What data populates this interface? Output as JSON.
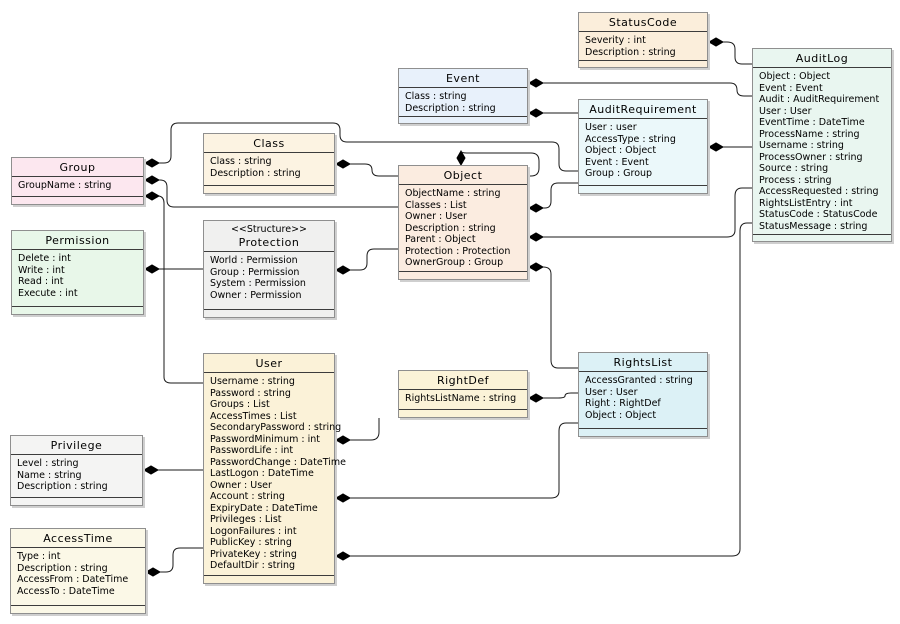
{
  "diagram": {
    "title": "Security model UML class diagram",
    "background": "#ffffff",
    "line_color": "#1a1a1a",
    "entities": [
      {
        "id": "group",
        "name": "Group",
        "stereotype": "",
        "fill": "#fce7ef",
        "attributes": [
          "GroupName : string"
        ]
      },
      {
        "id": "permission",
        "name": "Permission",
        "stereotype": "",
        "fill": "#e8f7e9",
        "attributes": [
          "Delete : int",
          "Write : int",
          "Read : int",
          "Execute : int"
        ]
      },
      {
        "id": "privilege",
        "name": "Privilege",
        "stereotype": "",
        "fill": "#f4f4f3",
        "attributes": [
          "Level : string",
          "Name : string",
          "Description : string"
        ]
      },
      {
        "id": "accesstime",
        "name": "AccessTime",
        "stereotype": "",
        "fill": "#fbf8e7",
        "attributes": [
          "Type : int",
          "Description : string",
          "AccessFrom : DateTime",
          "AccessTo : DateTime"
        ]
      },
      {
        "id": "class",
        "name": "Class",
        "stereotype": "",
        "fill": "#fcf3e2",
        "attributes": [
          "Class : string",
          "Description : string"
        ]
      },
      {
        "id": "protection",
        "name": "Protection",
        "stereotype": "<<Structure>>",
        "fill": "#f0f0ef",
        "attributes": [
          "World : Permission",
          "Group : Permission",
          "System : Permission",
          "Owner : Permission"
        ]
      },
      {
        "id": "user",
        "name": "User",
        "stereotype": "",
        "fill": "#fbf2d8",
        "attributes": [
          "Username : string",
          "Password : string",
          "Groups : List",
          "AccessTimes : List",
          "SecondaryPassword : string",
          "PasswordMinimum : int",
          "PasswordLife : int",
          "PasswordChange : DateTime",
          "LastLogon : DateTime",
          "Owner : User",
          "Account : string",
          "ExpiryDate : DateTime",
          "Privileges : List",
          "LogonFailures : int",
          "PublicKey : string",
          "PrivateKey : string",
          "DefaultDir : string"
        ]
      },
      {
        "id": "event",
        "name": "Event",
        "stereotype": "",
        "fill": "#e8f1fb",
        "attributes": [
          "Class : string",
          "Description : string"
        ]
      },
      {
        "id": "object",
        "name": "Object",
        "stereotype": "",
        "fill": "#fbece0",
        "attributes": [
          "ObjectName : string",
          "Classes : List",
          "Owner : User",
          "Description : string",
          "Parent : Object",
          "Protection : Protection",
          "OwnerGroup : Group"
        ]
      },
      {
        "id": "rightdef",
        "name": "RightDef",
        "stereotype": "",
        "fill": "#fbf3d8",
        "attributes": [
          "RightsListName : string"
        ]
      },
      {
        "id": "statuscode",
        "name": "StatusCode",
        "stereotype": "",
        "fill": "#fbeedb",
        "attributes": [
          "Severity : int",
          "Description : string"
        ]
      },
      {
        "id": "auditrequirement",
        "name": "AuditRequirement",
        "stereotype": "",
        "fill": "#ebf8fa",
        "attributes": [
          "User : user",
          "AccessType : string",
          "Object : Object",
          "Event : Event",
          "Group : Group"
        ]
      },
      {
        "id": "rightslist",
        "name": "RightsList",
        "stereotype": "",
        "fill": "#dcf1f6",
        "attributes": [
          "AccessGranted : string",
          "User : User",
          "Right : RightDef",
          "Object : Object"
        ]
      },
      {
        "id": "auditlog",
        "name": "AuditLog",
        "stereotype": "",
        "fill": "#e9f6f0",
        "attributes": [
          "Object : Object",
          "Event : Event",
          "Audit : AuditRequirement",
          "User : User",
          "EventTime : DateTime",
          "ProcessName : string",
          "Username : string",
          "ProcessOwner : string",
          "Source : string",
          "Process : string",
          "AccessRequested : string",
          "RightsListEntry : int",
          "StatusCode : StatusCode",
          "StatusMessage : string"
        ]
      }
    ],
    "relationships": [
      {
        "from": "Group",
        "to": "AuditRequirement",
        "type": "composition"
      },
      {
        "from": "Group",
        "to": "Object",
        "type": "composition"
      },
      {
        "from": "Group",
        "to": "User",
        "type": "composition"
      },
      {
        "from": "Permission",
        "to": "Protection",
        "type": "composition"
      },
      {
        "from": "Privilege",
        "to": "User",
        "type": "composition"
      },
      {
        "from": "AccessTime",
        "to": "User",
        "type": "composition"
      },
      {
        "from": "Class",
        "to": "Object",
        "type": "composition"
      },
      {
        "from": "Protection",
        "to": "Object",
        "type": "composition"
      },
      {
        "from": "Object",
        "to": "Object",
        "type": "composition-self"
      },
      {
        "from": "Object",
        "to": "AuditRequirement",
        "type": "composition"
      },
      {
        "from": "Object",
        "to": "AuditLog",
        "type": "composition"
      },
      {
        "from": "Object",
        "to": "RightsList",
        "type": "composition"
      },
      {
        "from": "Event",
        "to": "AuditLog",
        "type": "composition"
      },
      {
        "from": "Event",
        "to": "AuditRequirement",
        "type": "composition"
      },
      {
        "from": "StatusCode",
        "to": "AuditLog",
        "type": "composition"
      },
      {
        "from": "AuditRequirement",
        "to": "AuditLog",
        "type": "composition"
      },
      {
        "from": "RightDef",
        "to": "RightsList",
        "type": "composition"
      },
      {
        "from": "User",
        "to": "RightDef",
        "type": "composition"
      },
      {
        "from": "User",
        "to": "RightsList",
        "type": "composition"
      },
      {
        "from": "User",
        "to": "AuditLog",
        "type": "composition"
      }
    ]
  }
}
